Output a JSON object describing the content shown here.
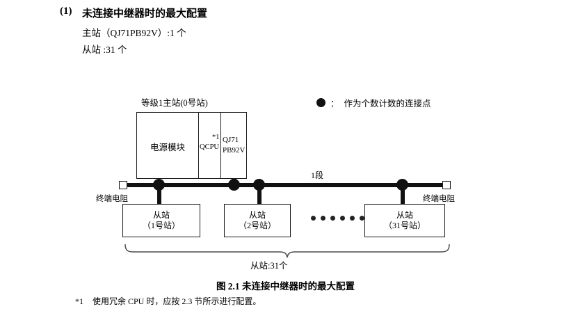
{
  "heading": {
    "number": "(1)",
    "title": "未连接中继器时的最大配置",
    "spec_master": "主站（QJ71PB92V）:1 个",
    "spec_slave": "从站 :31 个"
  },
  "legend": {
    "symbol": "filled-circle",
    "colon": "：",
    "text": "作为个数计数的连接点"
  },
  "diagram": {
    "rack_label": "等级1主站(0号站)",
    "modules": {
      "power": "电源模块",
      "cpu": "QCPU",
      "cpu_footnote_mark": "*1",
      "master_line1": "QJ71",
      "master_line2": "PB92V"
    },
    "segment_label": "1段",
    "terminator_left": "终端电阻",
    "terminator_right": "终端电阻",
    "slaves": [
      {
        "name": "从站",
        "station": "（1号站）"
      },
      {
        "name": "从站",
        "station": "（2号站）"
      },
      {
        "name": "从站",
        "station": "（31号站）"
      }
    ],
    "ellipsis_dot_count": 6,
    "brace_label": "从站:31个"
  },
  "figure": {
    "caption": "图 2.1  未连接中继器时的最大配置",
    "footnote_mark": "*1",
    "footnote_text": "使用冗余 CPU 时，应按 2.3 节所示进行配置。"
  },
  "colors": {
    "ink": "#000000",
    "line": "#1a1a1a",
    "node": "#111111",
    "page": "#ffffff"
  }
}
